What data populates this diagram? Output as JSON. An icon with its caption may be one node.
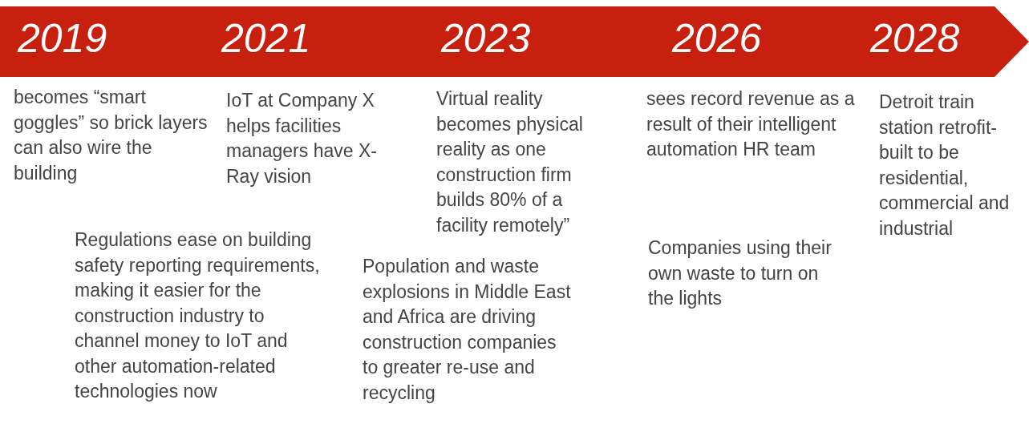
{
  "diagram": {
    "nodes": [
      {
        "text": [
          "2019",
          "2021",
          "2023",
          "2026",
          "2028"
        ]
      }
    ],
    "labels": [
      "becomes “smart goggles” so brick layers can also wire the building",
      "IoT at Company X helps facilities managers have X-Ray vision",
      "Virtual reality becomes physical reality as one construction firm builds 80% of a facility remotely”",
      "sees record revenue as a result of their intelligent automation HR team",
      "Detroit train station retrofit-built to be residential, commercial and industrial",
      "Regulations ease on building safety reporting requirements, making it easier for the construction industry to channel money to IoT and other automation-related technologies now",
      "Population and waste explosions in Middle East and Africa are driving construction companies to greater re-use and recycling",
      "Companies using their own waste to turn on the lights"
    ]
  }
}
